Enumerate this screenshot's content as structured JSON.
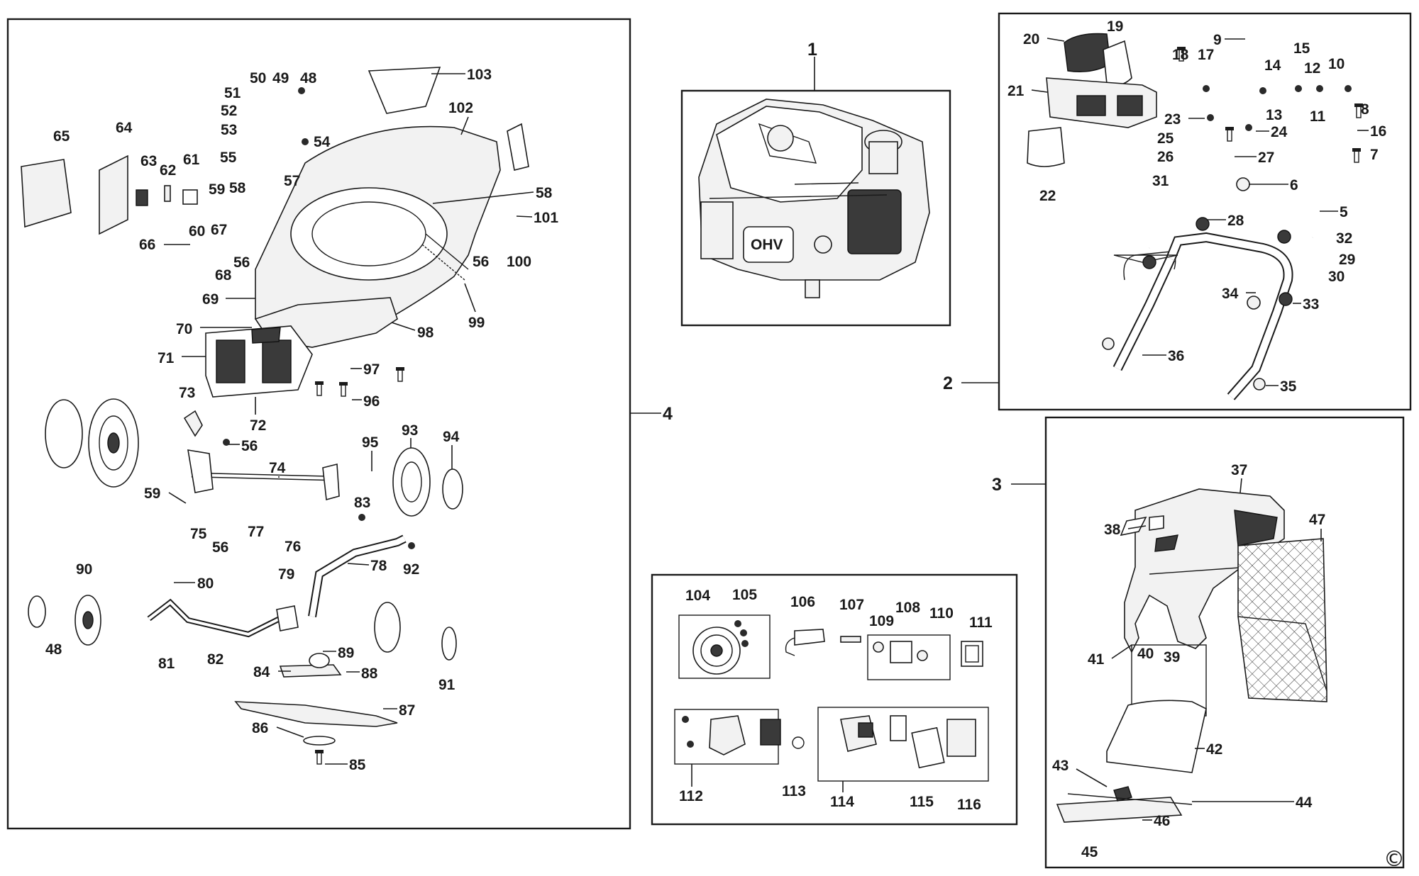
{
  "copyright": "©",
  "section_labels": {
    "engine": "1",
    "handle": "2",
    "grass_box": "3",
    "deck": "4"
  },
  "deck": {
    "callouts": [
      "50",
      "49",
      "48",
      "103",
      "102",
      "51",
      "52",
      "53",
      "54",
      "55",
      "57",
      "58",
      "58",
      "65",
      "64",
      "63",
      "62",
      "61",
      "59",
      "60",
      "67",
      "66",
      "68",
      "56",
      "101",
      "56",
      "100",
      "69",
      "99",
      "70",
      "98",
      "71",
      "97",
      "96",
      "73",
      "72",
      "56",
      "95",
      "93",
      "94",
      "74",
      "59",
      "75",
      "56",
      "77",
      "76",
      "83",
      "78",
      "92",
      "79",
      "90",
      "80",
      "48",
      "81",
      "82",
      "89",
      "84",
      "88",
      "91",
      "87",
      "86",
      "85"
    ]
  },
  "engine": {
    "callouts": [
      "1"
    ]
  },
  "handle": {
    "callouts": [
      "20",
      "19",
      "9",
      "15",
      "18",
      "17",
      "14",
      "12",
      "10",
      "21",
      "13",
      "11",
      "8",
      "23",
      "16",
      "25",
      "24",
      "26",
      "27",
      "7",
      "22",
      "31",
      "6",
      "28",
      "5",
      "32",
      "29",
      "30",
      "34",
      "33",
      "36",
      "35"
    ]
  },
  "grass_box": {
    "callouts": [
      "37",
      "38",
      "47",
      "41",
      "40",
      "39",
      "42",
      "43",
      "44",
      "46",
      "45"
    ]
  },
  "engine_parts": {
    "callouts": [
      "104",
      "105",
      "106",
      "107",
      "108",
      "110",
      "109",
      "111",
      "112",
      "113",
      "114",
      "115",
      "116"
    ]
  }
}
